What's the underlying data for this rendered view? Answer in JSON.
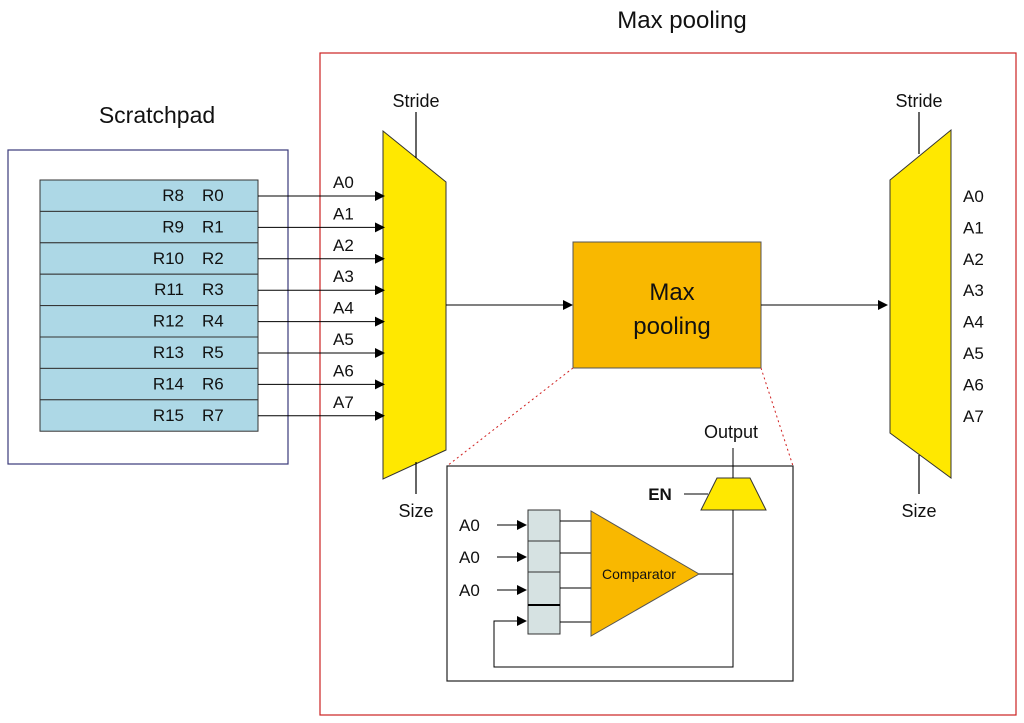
{
  "title": "Max pooling",
  "scratchpad": {
    "label": "Scratchpad",
    "rows": [
      {
        "left": "R8",
        "right": "R0"
      },
      {
        "left": "R9",
        "right": "R1"
      },
      {
        "left": "R10",
        "right": "R2"
      },
      {
        "left": "R11",
        "right": "R3"
      },
      {
        "left": "R12",
        "right": "R4"
      },
      {
        "left": "R13",
        "right": "R5"
      },
      {
        "left": "R14",
        "right": "R6"
      },
      {
        "left": "R15",
        "right": "R7"
      }
    ]
  },
  "input_mux": {
    "stride": "Stride",
    "size": "Size",
    "inputs": [
      "A0",
      "A1",
      "A2",
      "A3",
      "A4",
      "A5",
      "A6",
      "A7"
    ]
  },
  "max_block": {
    "line1": "Max",
    "line2": "pooling"
  },
  "output_mux": {
    "stride": "Stride",
    "size": "Size",
    "outputs": [
      "A0",
      "A1",
      "A2",
      "A3",
      "A4",
      "A5",
      "A6",
      "A7"
    ]
  },
  "detail": {
    "output": "Output",
    "en": "EN",
    "inputs": [
      "A0",
      "A0",
      "A0"
    ],
    "comparator": "Comparator"
  },
  "colors": {
    "row_fill": "#add8e6",
    "mux_fill": "#ffe800",
    "block_fill": "#f9b800",
    "outer_border": "#cc2222",
    "scratch_border": "#3a3a7a",
    "reg_fill": "#d6e2e2"
  }
}
